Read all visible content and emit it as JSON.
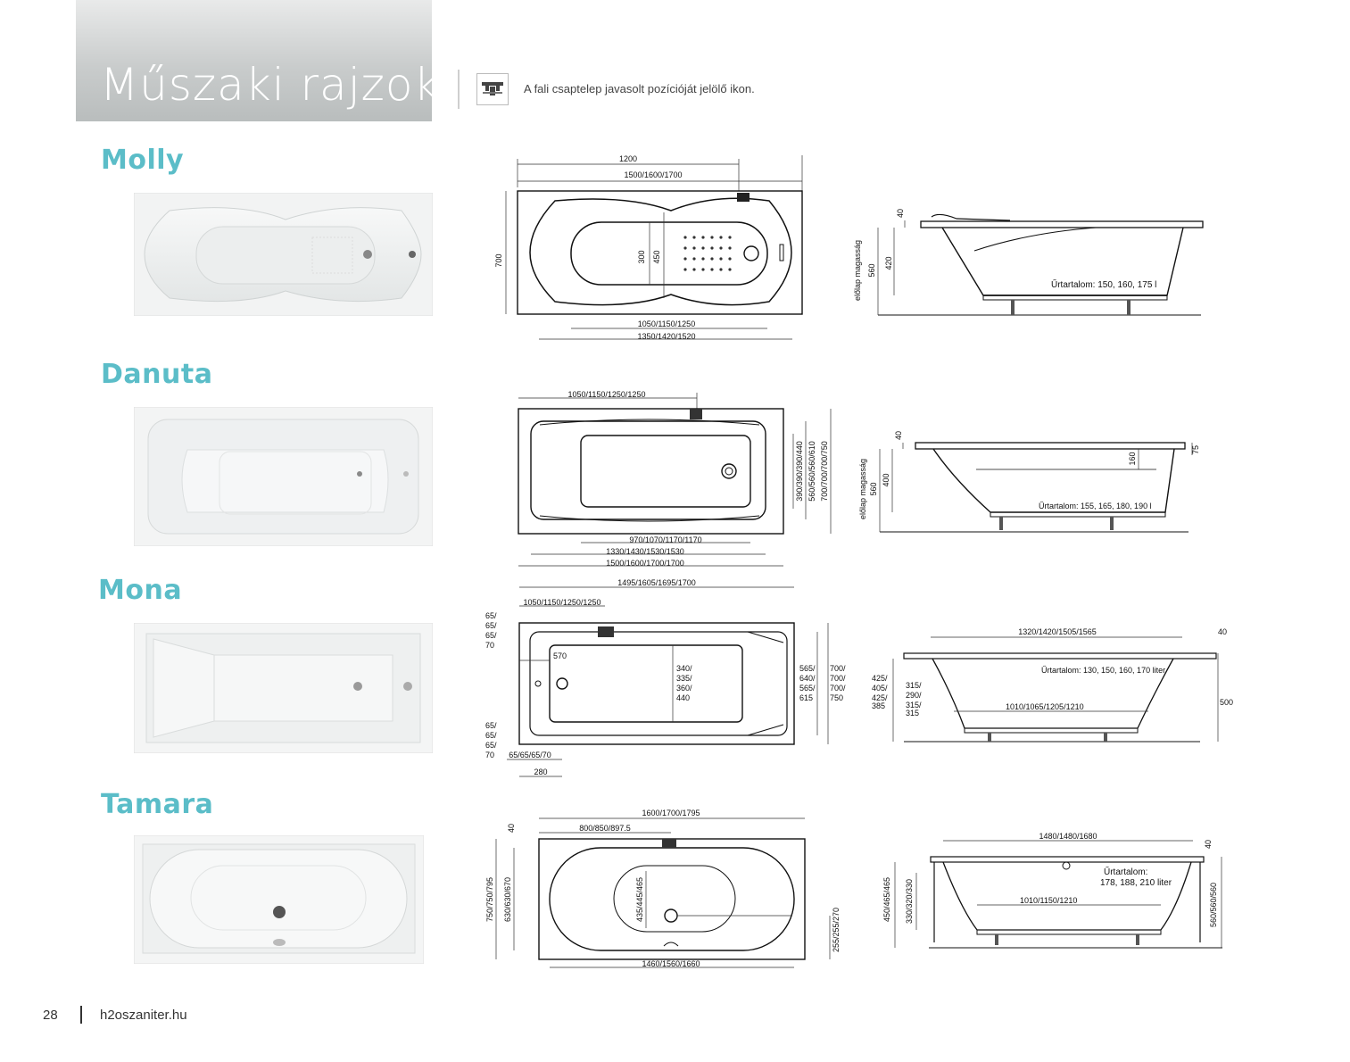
{
  "page": {
    "title": "Műszaki rajzok",
    "legend_text": "A fali csaptelep javasolt pozícióját jelölő ikon.",
    "page_number": "28",
    "website": "h2oszaniter.hu"
  },
  "colors": {
    "accent": "#5bbdc8",
    "header_bg": "#c9cccc"
  },
  "models": [
    {
      "name": "Molly",
      "top_dims": {
        "d1": "1200",
        "d2": "1500/1600/1700",
        "w": "700",
        "in1": "300",
        "in2": "450",
        "b1": "1050/1150/1250",
        "b2": "1350/1420/1520"
      },
      "side_dims": {
        "h1": "40",
        "h2": "420",
        "h3": "560",
        "front": "előlap magasság",
        "capacity": "Űrtartalom: 150, 160, 175 l"
      }
    },
    {
      "name": "Danuta",
      "top_dims": {
        "d1": "1050/1150/1250/1250",
        "v1": "390/390/390/440",
        "v2": "560/560/560/610",
        "v3": "700/700/700/750",
        "b1": "970/1070/1170/1170",
        "b2": "1330/1430/1530/1530",
        "b3": "1500/1600/1700/1700"
      },
      "side_dims": {
        "h1": "40",
        "h2": "400",
        "h3": "560",
        "h4": "160",
        "h5": "75",
        "front": "előlap magasság",
        "capacity": "Űrtartalom: 155, 165, 180, 190 l"
      }
    },
    {
      "name": "Mona",
      "top_dims": {
        "d1": "1495/1605/1695/1700",
        "d2": "1050/1150/1250/1250",
        "l1": "65/",
        "l2": "65/",
        "l3": "65/",
        "l4": "70",
        "d3": "570",
        "i1": "340/",
        "i2": "335/",
        "i3": "360/",
        "i4": "440",
        "r1": "565/",
        "r2": "640/",
        "r3": "565/",
        "r4": "615",
        "s1": "700/",
        "s2": "700/",
        "s3": "700/",
        "s4": "750",
        "b1": "65/65/65/70",
        "b2": "280"
      },
      "side_dims": {
        "t1": "1320/1420/1505/1565",
        "t2": "40",
        "capacity": "Űrtartalom: 130, 150, 160, 170 liter",
        "h1": "425/",
        "h2": "405/",
        "h3": "425/",
        "h4": "385",
        "g1": "315/",
        "g2": "290/",
        "g3": "315/",
        "g4": "315",
        "b1": "1010/1065/1205/1210",
        "r1": "500"
      }
    },
    {
      "name": "Tamara",
      "top_dims": {
        "d1": "1600/1700/1795",
        "d2": "800/850/897.5",
        "t1": "40",
        "v1": "750/750/795",
        "v2": "630/630/670",
        "v3": "435/445/465",
        "v4": "255/255/270",
        "b1": "1460/1560/1660"
      },
      "side_dims": {
        "t1": "1480/1480/1680",
        "t2": "40",
        "capacity1": "Űrtartalom:",
        "capacity2": "178, 188, 210 liter",
        "b1": "1010/1150/1210",
        "v1": "450/465/465",
        "v2": "330/320/330",
        "v3": "560/560/560"
      }
    }
  ]
}
